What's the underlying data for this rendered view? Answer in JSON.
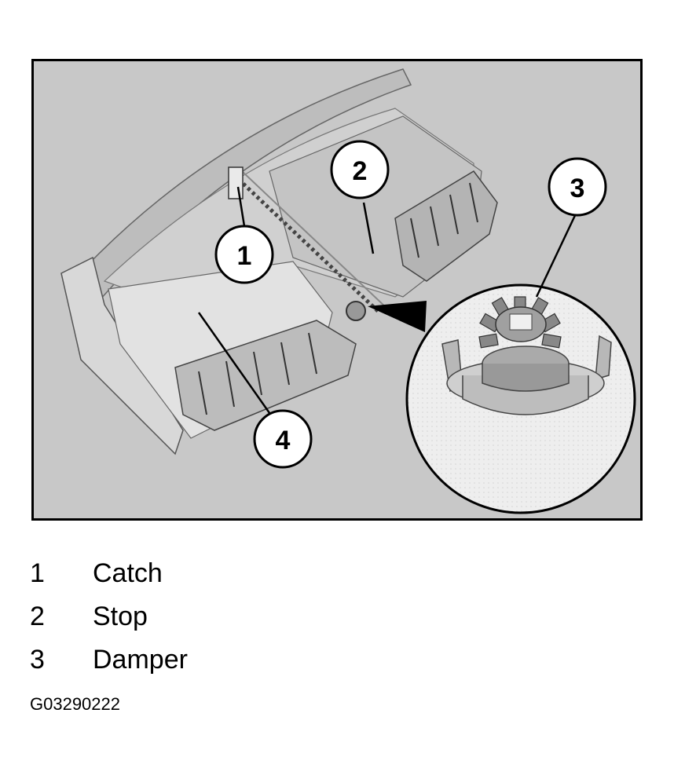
{
  "callouts": [
    "1",
    "2",
    "3",
    "4"
  ],
  "legend": [
    {
      "num": "1",
      "label": "Catch"
    },
    {
      "num": "2",
      "label": "Stop"
    },
    {
      "num": "3",
      "label": "Damper"
    }
  ],
  "figure_id": "G03290222"
}
